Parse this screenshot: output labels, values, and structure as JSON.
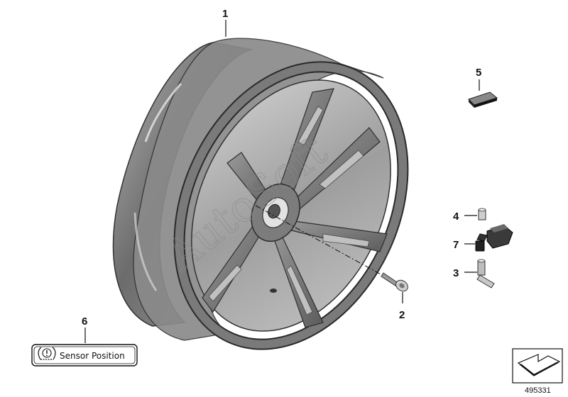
{
  "callouts": {
    "c1": "1",
    "c2": "2",
    "c3": "3",
    "c4": "4",
    "c5": "5",
    "c6": "6",
    "c7": "7"
  },
  "sensor_label": "Sensor Position",
  "watermark": "AutoSoft",
  "doc_number": "495331",
  "icons": {
    "tpms": "tpms-warning-icon",
    "arrow": "view-direction-arrow-icon"
  }
}
